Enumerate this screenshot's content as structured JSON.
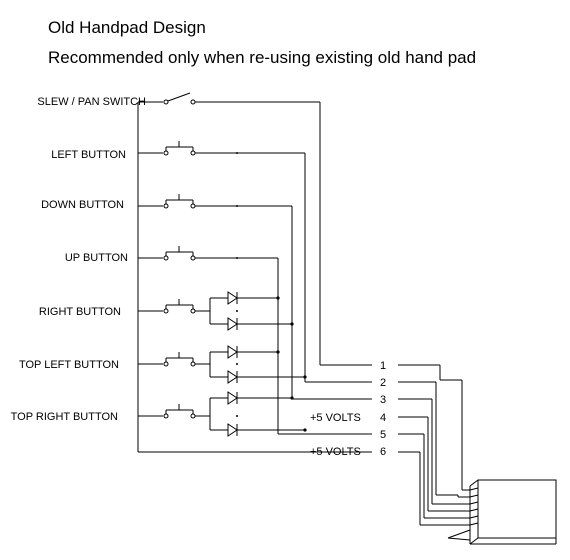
{
  "title": "Old Handpad Design",
  "subtitle": "Recommended only when re-using existing old hand pad",
  "switches": [
    {
      "label": "SLEW / PAN SWITCH"
    },
    {
      "label": "LEFT BUTTON"
    },
    {
      "label": "DOWN BUTTON"
    },
    {
      "label": "UP BUTTON"
    },
    {
      "label": "RIGHT BUTTON"
    },
    {
      "label": "TOP LEFT BUTTON"
    },
    {
      "label": "TOP RIGHT BUTTON"
    }
  ],
  "pins": [
    "1",
    "2",
    "3",
    "4",
    "5",
    "6"
  ],
  "volts_labels": {
    "pin4": "+5 VOLTS",
    "pin6": "+5 VOLTS"
  }
}
